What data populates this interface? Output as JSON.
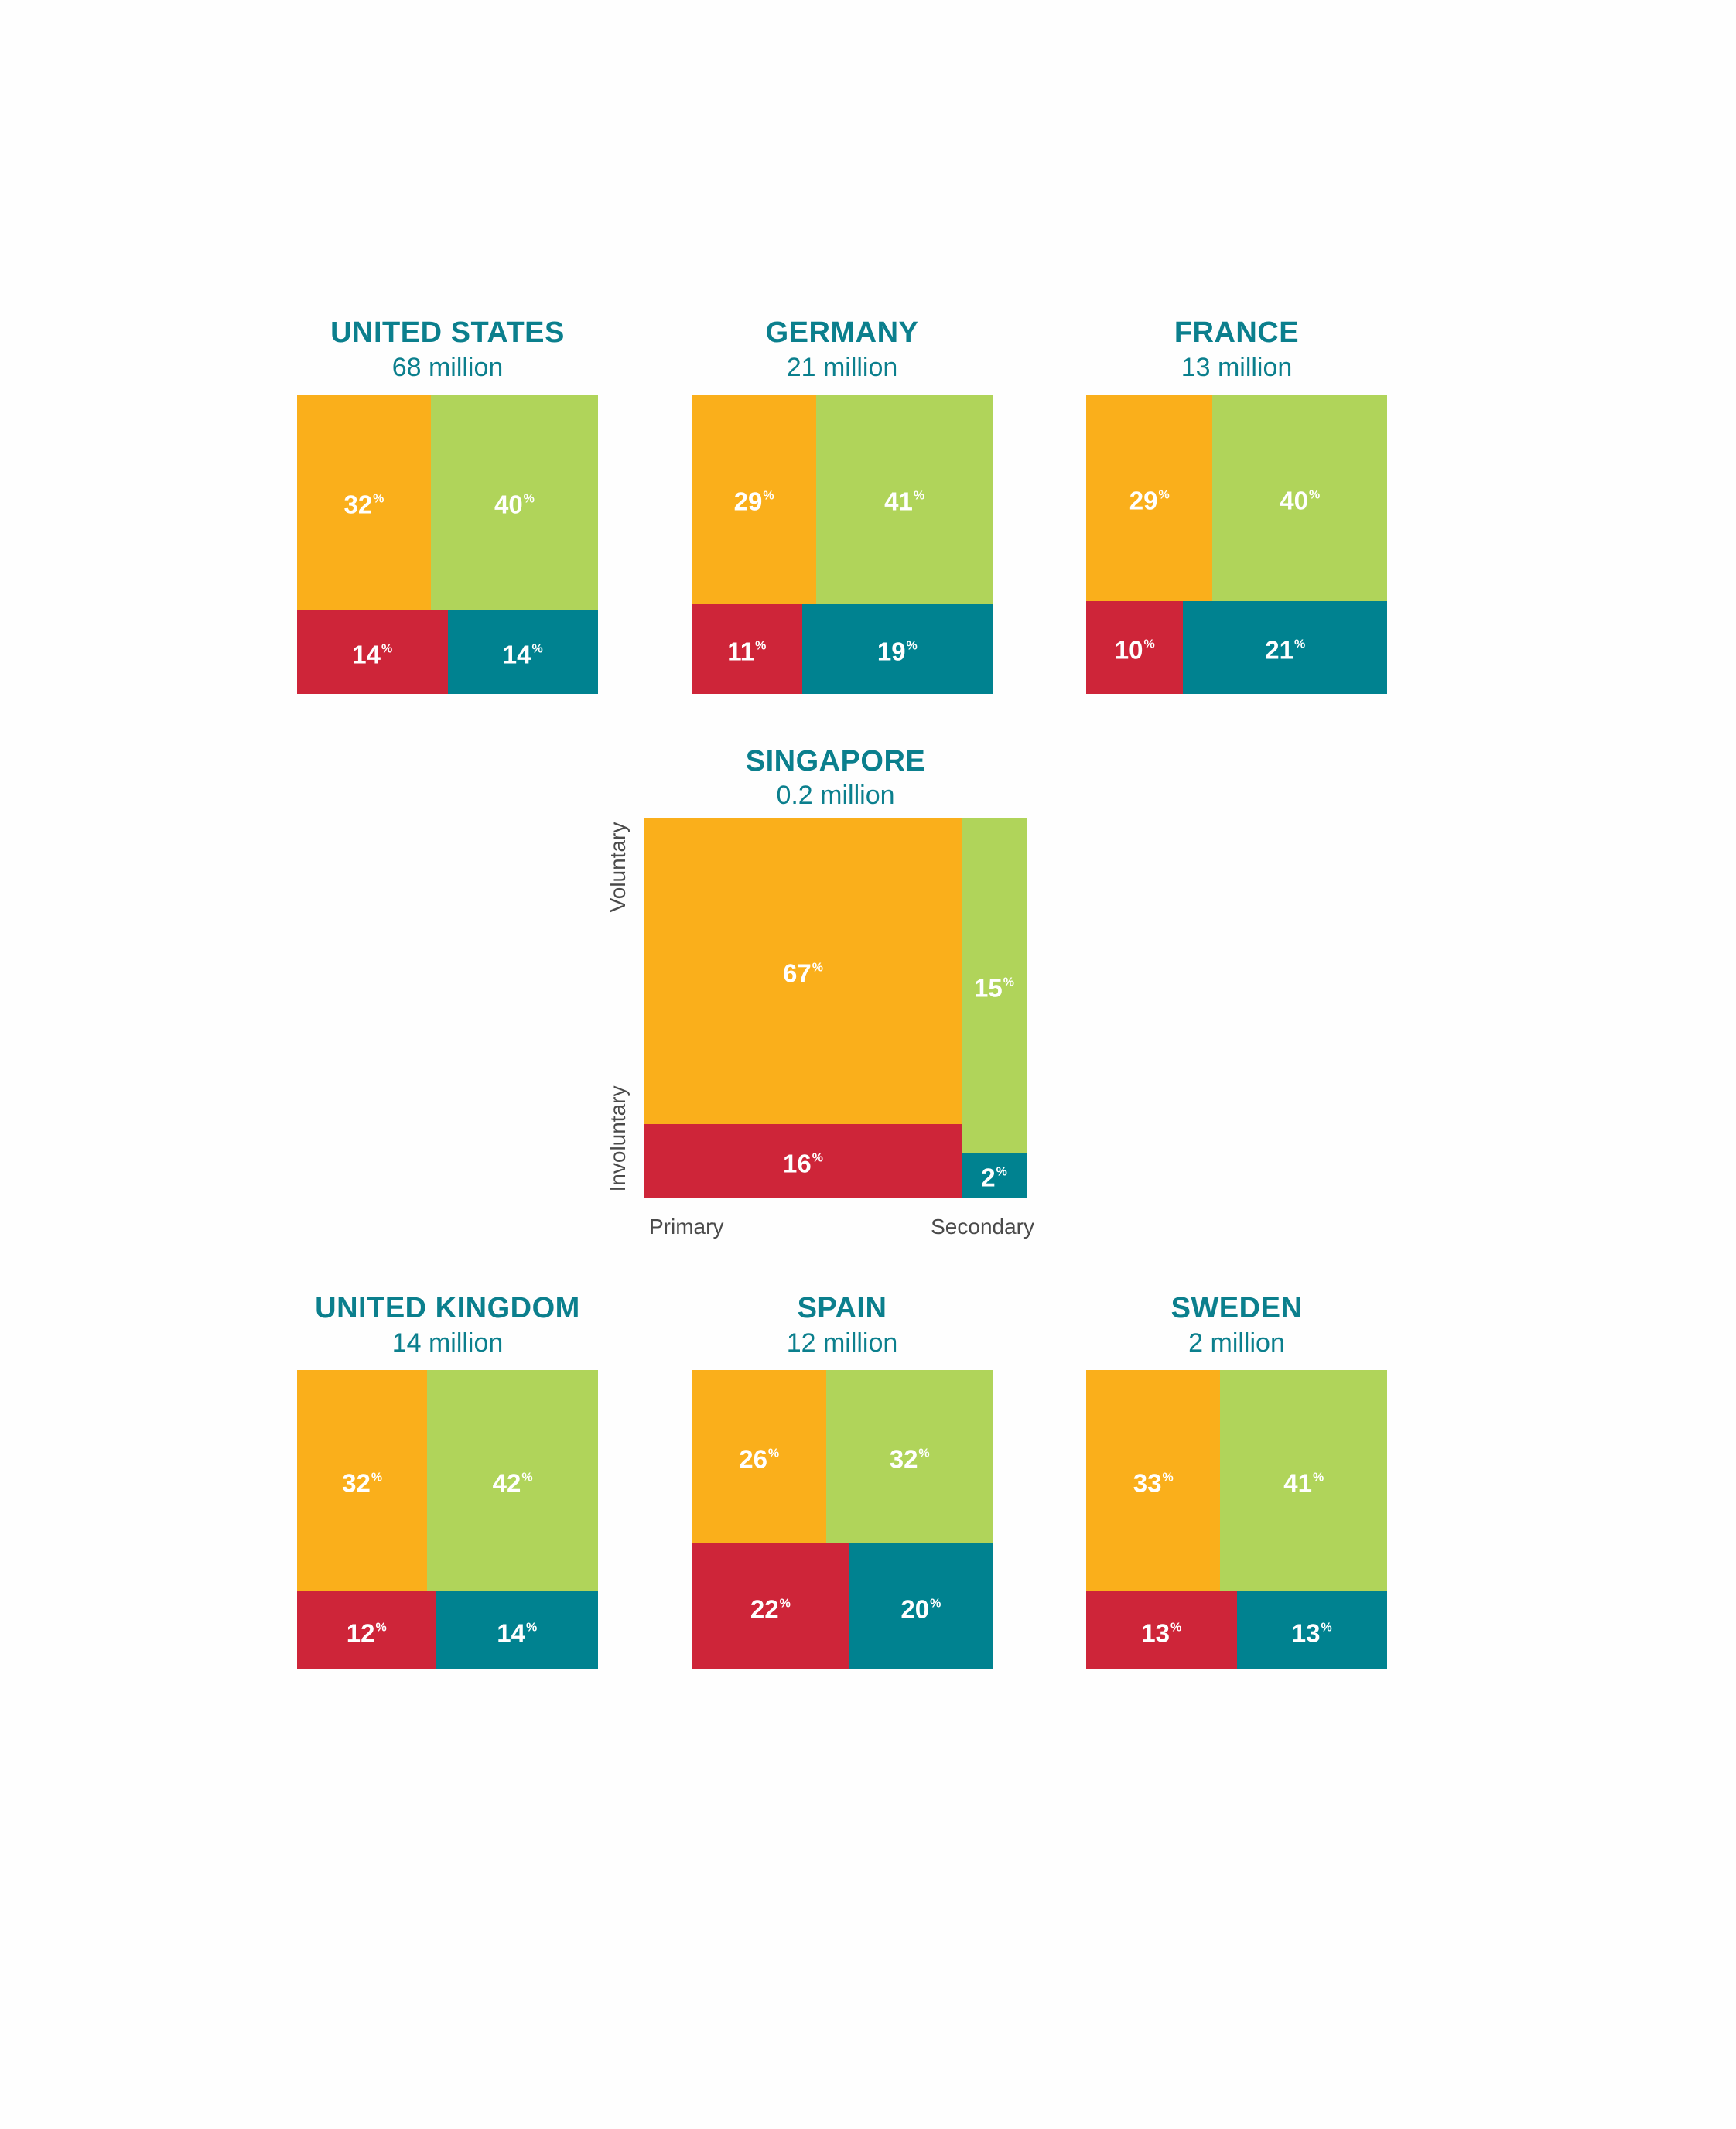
{
  "colors": {
    "voluntary_primary": "#faaf1b",
    "voluntary_secondary": "#b0d45a",
    "involuntary_primary": "#ce2539",
    "involuntary_secondary": "#008290",
    "title": "#0b7f8d",
    "axis_text": "#4a4a4a",
    "cell_text": "#ffffff"
  },
  "percent_sign": "%",
  "axis_labels": {
    "voluntary": "Voluntary",
    "involuntary": "Involuntary",
    "primary": "Primary",
    "secondary": "Secondary"
  },
  "chart_data": [
    {
      "type": "mosaic",
      "title": "UNITED STATES",
      "subtitle": "68 million",
      "segments": [
        {
          "category": "voluntary_primary",
          "value": 32
        },
        {
          "category": "voluntary_secondary",
          "value": 40
        },
        {
          "category": "involuntary_primary",
          "value": 14
        },
        {
          "category": "involuntary_secondary",
          "value": 14
        }
      ]
    },
    {
      "type": "mosaic",
      "title": "GERMANY",
      "subtitle": "21 million",
      "segments": [
        {
          "category": "voluntary_primary",
          "value": 29
        },
        {
          "category": "voluntary_secondary",
          "value": 41
        },
        {
          "category": "involuntary_primary",
          "value": 11
        },
        {
          "category": "involuntary_secondary",
          "value": 19
        }
      ]
    },
    {
      "type": "mosaic",
      "title": "FRANCE",
      "subtitle": "13 million",
      "segments": [
        {
          "category": "voluntary_primary",
          "value": 29
        },
        {
          "category": "voluntary_secondary",
          "value": 40
        },
        {
          "category": "involuntary_primary",
          "value": 10
        },
        {
          "category": "involuntary_secondary",
          "value": 21
        }
      ]
    },
    {
      "type": "mosaic",
      "title": "SINGAPORE",
      "subtitle": "0.2 million",
      "segments": [
        {
          "category": "voluntary_primary",
          "value": 67
        },
        {
          "category": "voluntary_secondary",
          "value": 15
        },
        {
          "category": "involuntary_primary",
          "value": 16
        },
        {
          "category": "involuntary_secondary",
          "value": 2
        }
      ]
    },
    {
      "type": "mosaic",
      "title": "UNITED KINGDOM",
      "subtitle": "14 million",
      "segments": [
        {
          "category": "voluntary_primary",
          "value": 32
        },
        {
          "category": "voluntary_secondary",
          "value": 42
        },
        {
          "category": "involuntary_primary",
          "value": 12
        },
        {
          "category": "involuntary_secondary",
          "value": 14
        }
      ]
    },
    {
      "type": "mosaic",
      "title": "SPAIN",
      "subtitle": "12 million",
      "segments": [
        {
          "category": "voluntary_primary",
          "value": 26
        },
        {
          "category": "voluntary_secondary",
          "value": 32
        },
        {
          "category": "involuntary_primary",
          "value": 22
        },
        {
          "category": "involuntary_secondary",
          "value": 20
        }
      ]
    },
    {
      "type": "mosaic",
      "title": "SWEDEN",
      "subtitle": "2 million",
      "segments": [
        {
          "category": "voluntary_primary",
          "value": 33
        },
        {
          "category": "voluntary_secondary",
          "value": 41
        },
        {
          "category": "involuntary_primary",
          "value": 13
        },
        {
          "category": "involuntary_secondary",
          "value": 13
        }
      ]
    }
  ]
}
